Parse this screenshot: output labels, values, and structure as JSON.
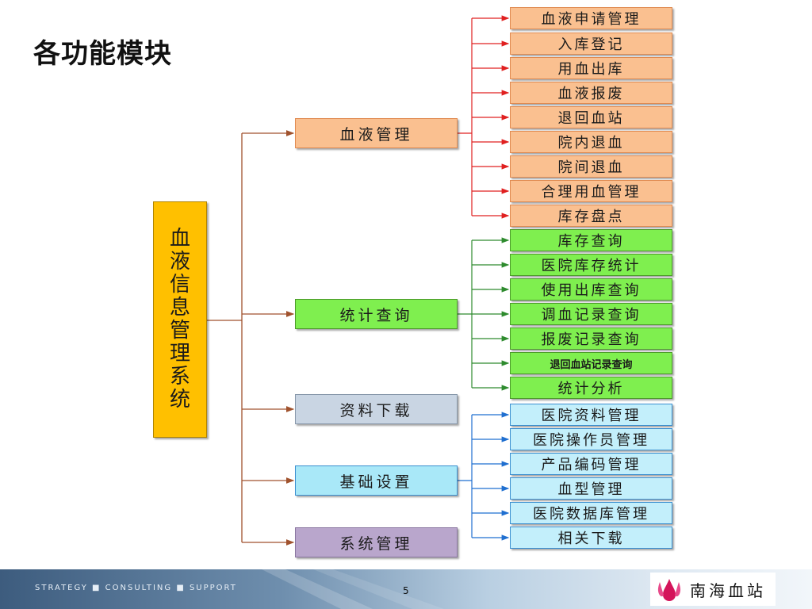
{
  "title": "各功能模块",
  "root": "血液信息管理系统",
  "modules": [
    {
      "label": "血液管理",
      "color": "#fac090",
      "children": [
        "血液申请管理",
        "入库登记",
        "用血出库",
        "血液报废",
        "退回血站",
        "院内退血",
        "院间退血",
        "合理用血管理",
        "库存盘点"
      ]
    },
    {
      "label": "统计查询",
      "color": "#7fef4f",
      "children": [
        "库存查询",
        "医院库存统计",
        "使用出库查询",
        "调血记录查询",
        "报废记录查询",
        "退回血站记录查询",
        "统计分析"
      ]
    },
    {
      "label": "资料下载",
      "color": "#c9d5e3",
      "children": []
    },
    {
      "label": "基础设置",
      "color": "#a9e8f8",
      "children": [
        "医院资料管理",
        "医院操作员管理",
        "产品编码管理",
        "血型管理",
        "医院数据库管理",
        "相关下载"
      ]
    },
    {
      "label": "系统管理",
      "color": "#b9a6cc",
      "children": []
    }
  ],
  "footer": {
    "tagline": "STRATEGY ■ CONSULTING ■ SUPPORT",
    "page_number": "5",
    "logo_text": "南海血站"
  },
  "colors": {
    "connector_main": "#a0522d",
    "connector_blood": "#e02020",
    "connector_stats": "#2e8b2e",
    "connector_basic": "#1f6fd0"
  }
}
